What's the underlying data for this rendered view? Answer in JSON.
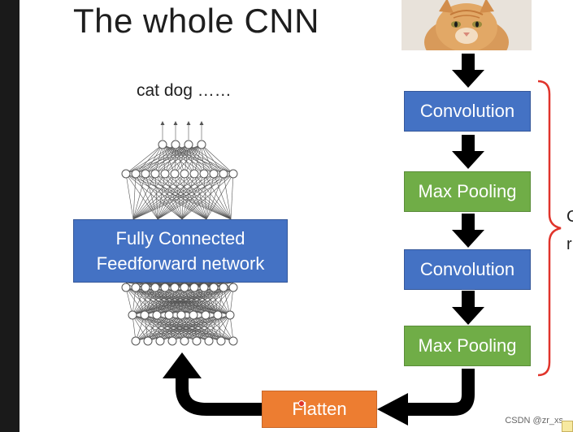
{
  "title": "The whole CNN",
  "output_classes": "cat dog ……",
  "fully_connected_label": [
    "Fully Connected",
    "Feedforward network"
  ],
  "pipeline": [
    {
      "label": "Convolution",
      "color": "#4472c4"
    },
    {
      "label": "Max Pooling",
      "color": "#70ad47"
    },
    {
      "label": "Convolution",
      "color": "#4472c4"
    },
    {
      "label": "Max Pooling",
      "color": "#70ad47"
    }
  ],
  "flatten_label": "Flatten",
  "bracket_color": "#e0342b",
  "bracket_text_fragments": [
    "C",
    "r"
  ],
  "watermark": "CSDN @zr_xs"
}
